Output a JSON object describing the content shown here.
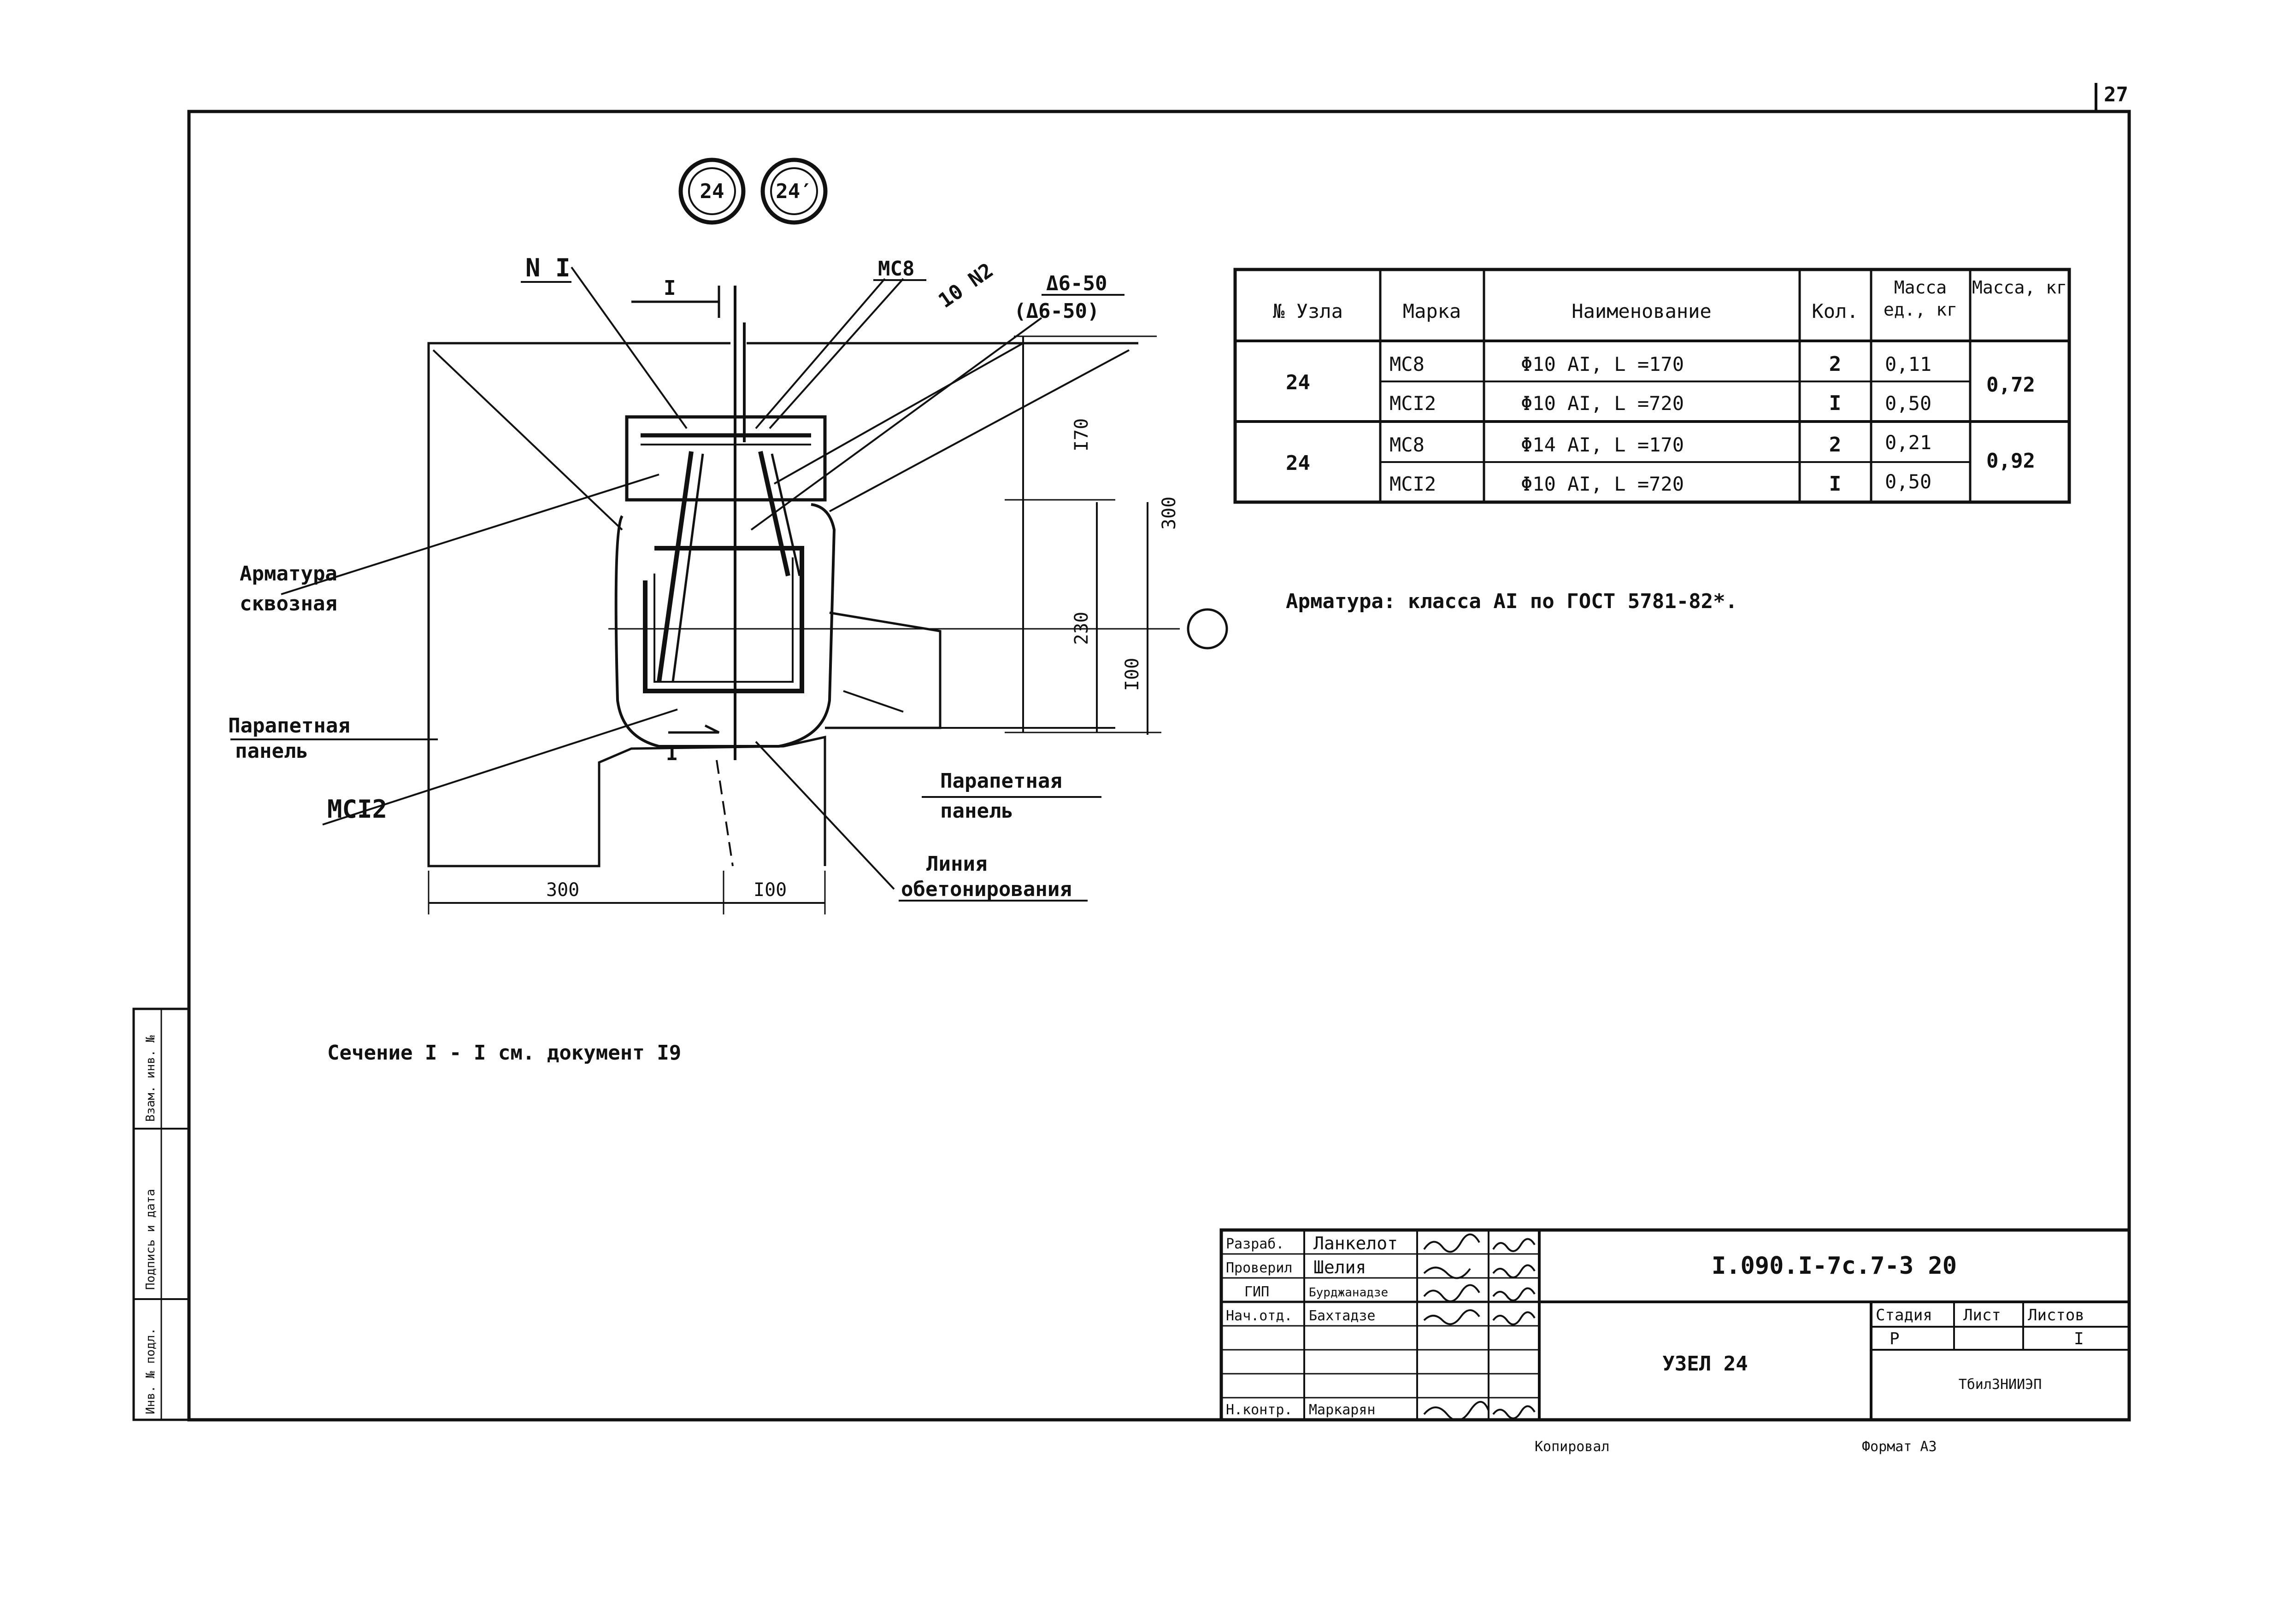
{
  "page": {
    "sheet_number": "27",
    "node_marks": [
      "24",
      "24′"
    ]
  },
  "drawing": {
    "label_n1": "N I",
    "label_section_top": "I",
    "label_section_bottom": "I",
    "label_mc8": "MC8",
    "label_n2": "10 N2",
    "label_weld_1": "Δ6-50",
    "label_weld_2": "(Δ6-50)",
    "label_armatura_1": "Арматура",
    "label_armatura_2": "сквозная",
    "label_parapet_left_1": "Парапетная",
    "label_parapet_left_2": "панель",
    "label_mc12": "MCI2",
    "label_parapet_right_1": "Парапетная",
    "label_parapet_right_2": "панель",
    "label_concrete_1": "Линия",
    "label_concrete_2": "обетонирования",
    "dim_170": "I70",
    "dim_300": "300",
    "dim_230": "230",
    "dim_100_v": "I00",
    "dim_300_h": "300",
    "dim_100_h": "I00"
  },
  "spec_table": {
    "headers": [
      "№ Узла",
      "Марка",
      "Наименование",
      "Кол.",
      "Масса ед., кг",
      "Масса, кг"
    ],
    "groups": [
      {
        "node": "24",
        "total": "0,72",
        "rows": [
          {
            "mark": "MC8",
            "name": "Φ10 AI, L =170",
            "qty": "2",
            "unit_mass": "0,11"
          },
          {
            "mark": "MCI2",
            "name": "Φ10 AI, L =720",
            "qty": "I",
            "unit_mass": "0,50"
          }
        ]
      },
      {
        "node": "24",
        "total": "0,92",
        "rows": [
          {
            "mark": "MC8",
            "name": "Φ14 AI, L =170",
            "qty": "2",
            "unit_mass": "0,21"
          },
          {
            "mark": "MCI2",
            "name": "Φ10 AI, L =720",
            "qty": "I",
            "unit_mass": "0,50"
          }
        ]
      }
    ]
  },
  "notes": {
    "armatura": "Арматура: класса AI по ГОСТ 5781-82*.",
    "section": "Сечение I - I см. документ I9"
  },
  "title_block": {
    "roles": [
      "Разраб.",
      "Проверил",
      "ГИП",
      "Нач.отд.",
      "",
      "",
      "Н.контр."
    ],
    "names": [
      "Ланкелот",
      "Шелия",
      "Бурджанадзе",
      "Бахтадзе",
      "",
      "",
      "Маркарян"
    ],
    "code": "I.090.I-7с.7-3 20",
    "title": "УЗЕЛ 24",
    "stage_header": "Стадия",
    "sheet_header": "Лист",
    "sheets_header": "Листов",
    "stage": "Р",
    "sheet": "",
    "sheets": "I",
    "org": "ТбилЗНИИЭП"
  },
  "side_stamp": [
    "Инв. № подл.",
    "Подпись и дата",
    "Взам. инв. №"
  ],
  "footer": {
    "copied": "Копировал",
    "format": "Формат А3"
  }
}
